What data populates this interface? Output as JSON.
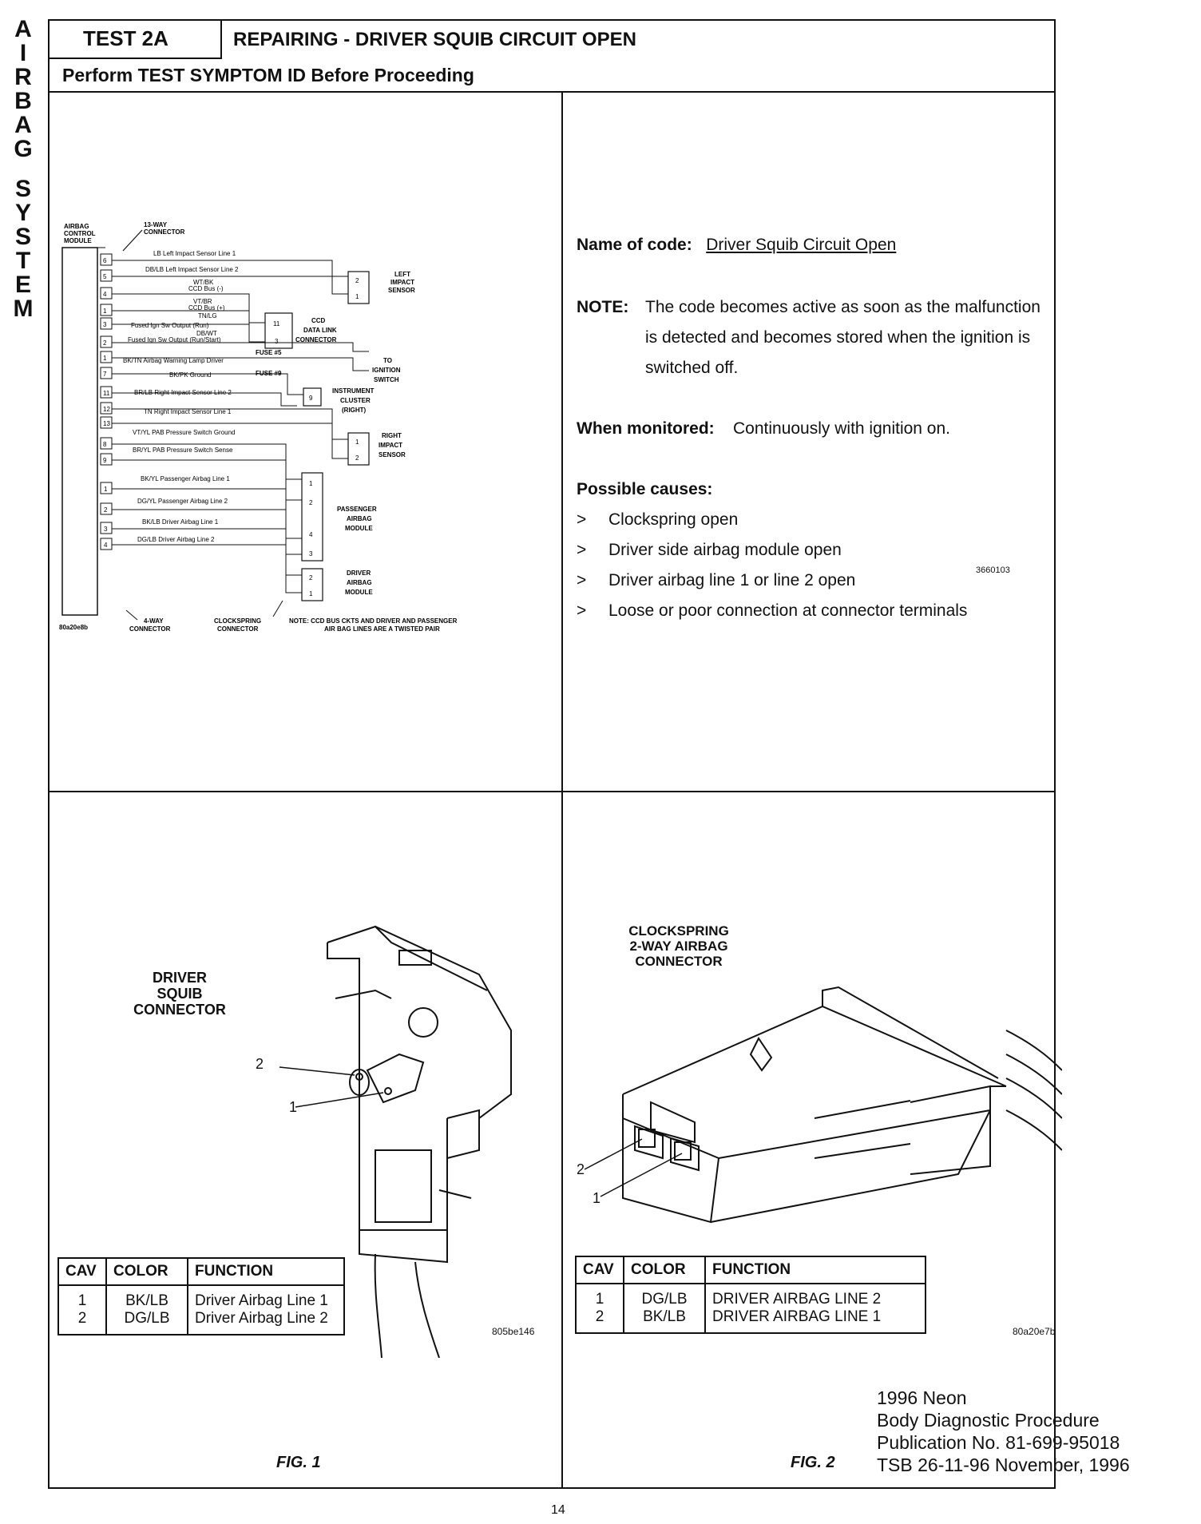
{
  "side_title": [
    "A",
    "I",
    "R",
    "B",
    "A",
    "G",
    " ",
    "S",
    "Y",
    "S",
    "T",
    "E",
    "M"
  ],
  "header": {
    "test_id": "TEST 2A",
    "title": "REPAIRING - DRIVER SQUIB CIRCUIT OPEN",
    "subtitle": "Perform TEST SYMPTOM ID Before Proceeding"
  },
  "diagram": {
    "module_label": [
      "AIRBAG",
      "CONTROL",
      "MODULE"
    ],
    "connector_13": [
      "13-WAY",
      "CONNECTOR"
    ],
    "code": "80a20e8b",
    "pins_13": [
      "6",
      "5",
      "4",
      "1",
      "3",
      "2",
      "1",
      "7",
      "11",
      "12",
      "13",
      "8",
      "9"
    ],
    "wires": [
      "LB  Left Impact Sensor Line 1",
      "DB/LB  Left Impact Sensor Line 2",
      "WT/BK",
      "CCD Bus (-)",
      "VT/BR",
      "CCD Bus (+)",
      "TN/LG",
      "Fused Ign Sw Output (Run)",
      "DB/WT",
      "Fused Ign Sw Output (Run/Start)",
      "BK/TN  Airbag Warning Lamp Driver",
      "BK/PK  Ground",
      "BR/LB  Right Impact Sensor Line 2",
      "TN  Right Impact Sensor Line 1",
      "VT/YL  PAB Pressure Switch Ground",
      "BR/YL  PAB Pressure Switch Sense",
      "BK/YL  Passenger Airbag Line 1",
      "DG/YL  Passenger Airbag Line 2",
      "BK/LB  Driver Airbag Line 1",
      "DG/LB  Driver Airbag Line 2"
    ],
    "pins_4": [
      "1",
      "2",
      "3",
      "4"
    ],
    "fuse5": "FUSE #5",
    "fuse9": "FUSE #9",
    "left_sensor": [
      "LEFT",
      "IMPACT",
      "SENSOR"
    ],
    "ccd": [
      "CCD",
      "DATA LINK",
      "CONNECTOR"
    ],
    "ignition": [
      "TO",
      "IGNITION",
      "SWITCH"
    ],
    "cluster": [
      "INSTRUMENT",
      "CLUSTER",
      "(RIGHT)"
    ],
    "right_sensor": [
      "RIGHT",
      "IMPACT",
      "SENSOR"
    ],
    "passenger": [
      "PASSENGER",
      "AIRBAG",
      "MODULE"
    ],
    "driver": [
      "DRIVER",
      "AIRBAG",
      "MODULE"
    ],
    "connector_4": [
      "4-WAY",
      "CONNECTOR"
    ],
    "clockspring_conn": [
      "CLOCKSPRING",
      "CONNECTOR"
    ],
    "note": [
      "NOTE:  CCD BUS CKTS AND DRIVER AND PASSENGER",
      "AIR BAG LINES ARE A TWISTED PAIR"
    ],
    "box_pins": {
      "left_sensor": [
        "2",
        "1"
      ],
      "ccd": [
        "11",
        "3"
      ],
      "cluster": "9",
      "right_sensor": [
        "1",
        "2"
      ],
      "passenger": [
        "1",
        "2",
        "4",
        "3"
      ],
      "driver": [
        "2",
        "1"
      ]
    }
  },
  "info": {
    "name_label": "Name of code:",
    "name_value": "Driver Squib Circuit Open",
    "note_label": "NOTE:",
    "note_text": "The code becomes active as soon as the malfunction is detected and becomes stored when the ignition is switched off.",
    "monitored_label": "When  monitored:",
    "monitored_value": "Continuously with ignition on.",
    "causes_label": "Possible  causes:",
    "causes": [
      "Clockspring open",
      "Driver side airbag module open",
      "Driver airbag line 1 or line 2 open",
      "Loose or poor connection at connector terminals"
    ],
    "ref_code": "3660103"
  },
  "fig1": {
    "label": [
      "DRIVER",
      "SQUIB",
      "CONNECTOR"
    ],
    "callouts": [
      "2",
      "1"
    ],
    "figure": "FIG. 1",
    "code": "805be146",
    "table": {
      "headers": [
        "CAV",
        "COLOR",
        "FUNCTION"
      ],
      "rows": [
        [
          "1",
          "BK/LB",
          "Driver Airbag Line 1"
        ],
        [
          "2",
          "DG/LB",
          "Driver Airbag Line 2"
        ]
      ]
    }
  },
  "fig2": {
    "label": [
      "CLOCKSPRING",
      "2-WAY AIRBAG",
      "CONNECTOR"
    ],
    "callouts": [
      "2",
      "1"
    ],
    "figure": "FIG. 2",
    "code": "80a20e7b",
    "table": {
      "headers": [
        "CAV",
        "COLOR",
        "FUNCTION"
      ],
      "rows": [
        [
          "1",
          "DG/LB",
          "DRIVER AIRBAG LINE 2"
        ],
        [
          "2",
          "BK/LB",
          "DRIVER AIRBAG LINE 1"
        ]
      ]
    }
  },
  "publication": [
    "1996 Neon",
    "Body Diagnostic Procedure",
    "Publication No. 81-699-95018",
    "TSB 26-11-96   November, 1996"
  ],
  "page_number": "14"
}
